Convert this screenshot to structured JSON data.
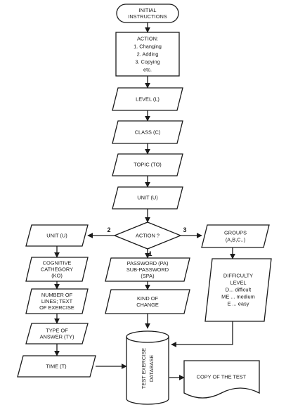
{
  "nodes": {
    "initial": [
      "INITIAL",
      "INSTRUCTIONS"
    ],
    "action": [
      "ACTION:",
      "1. Changing",
      "2. Adding",
      "3. Copying",
      "etc."
    ],
    "level": [
      "LEVEL (L)"
    ],
    "class": [
      "CLASS (C)"
    ],
    "topic": [
      "TOPIC (TO)"
    ],
    "unit_main": [
      "UNIT (U)"
    ],
    "decision": [
      "ACTION ?"
    ],
    "unit_left": [
      "UNIT (U)"
    ],
    "cognitive": [
      "COGNITIVE",
      "CATHEGORY",
      "(KO)"
    ],
    "lines": [
      "NUMBER OF",
      "LINES; TEXT",
      "OF EXERCISE"
    ],
    "answer": [
      "TYPE OF",
      "ANSWER (TY)"
    ],
    "time": [
      "TIME (T)"
    ],
    "password": [
      "PASSWORD (PA)",
      "SUB-PASSWORD",
      "(SPA)"
    ],
    "kind": [
      "KIND OF",
      "CHANGE"
    ],
    "groups": [
      "GROUPS",
      "(A,B,C..)"
    ],
    "difficulty": [
      "DIFFICULTY",
      "LEVEL",
      "D... difficult",
      "ME ... medium",
      "E ... easy"
    ],
    "database": [
      "TEST EXERCISE",
      "DATABASE"
    ],
    "copy": [
      "COPY OF THE TEST"
    ]
  },
  "branches": {
    "left": "2",
    "down": "1",
    "right": "3"
  }
}
